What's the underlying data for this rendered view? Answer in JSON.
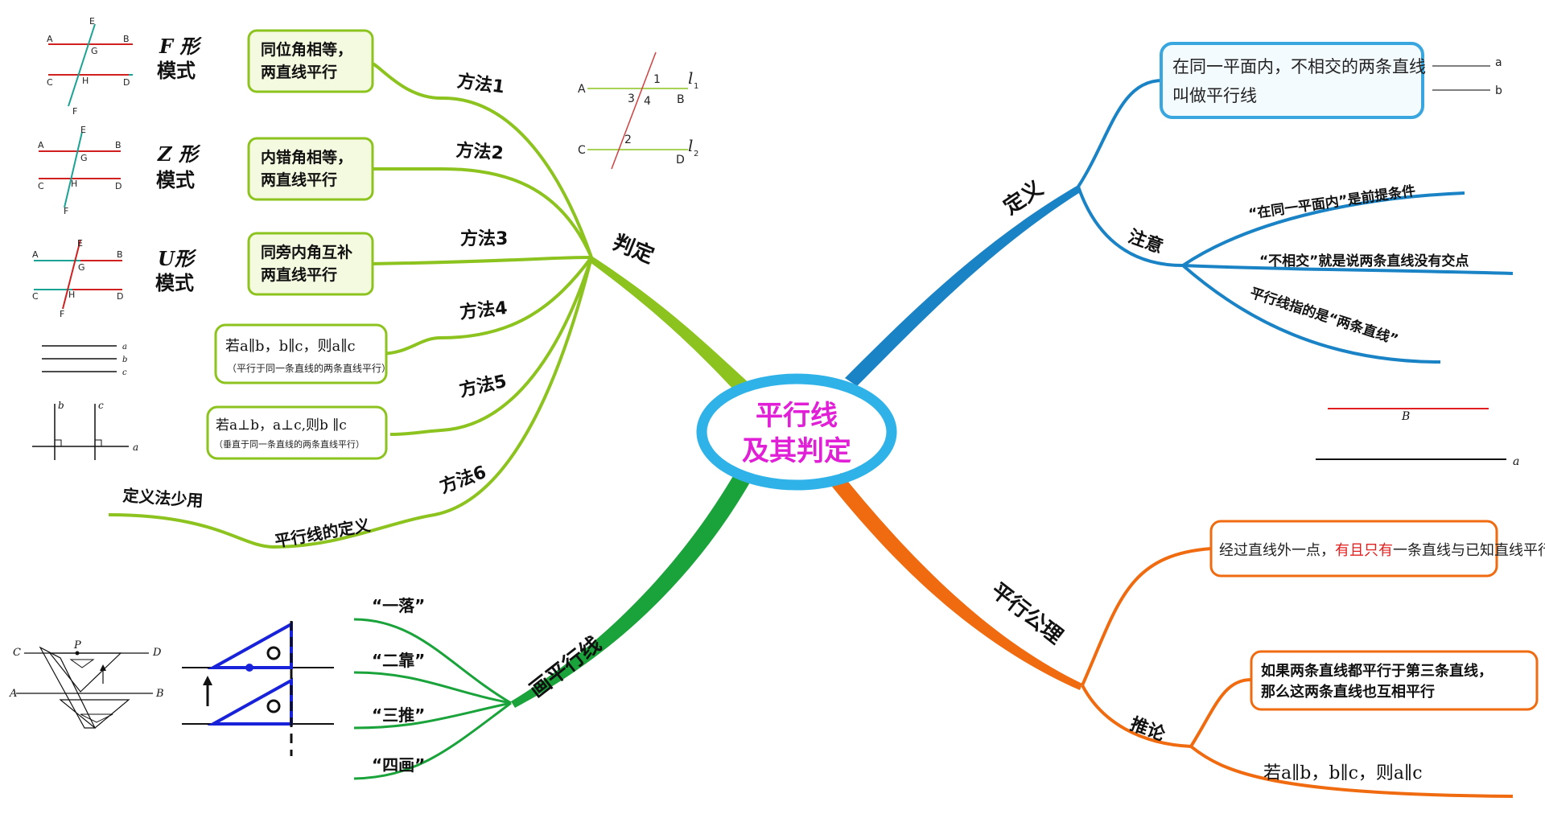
{
  "center": {
    "line1": "平行线",
    "line2": "及其判定",
    "text_color": "#e11fd6",
    "ring_color": "#2fb2e8"
  },
  "branches": {
    "panding": {
      "label": "判定",
      "color": "#8cc31e",
      "methods": [
        {
          "label": "方法1",
          "box": [
            "同位角相等，",
            "两直线平行"
          ],
          "pattern": "F 形",
          "pattern2": "模式"
        },
        {
          "label": "方法2",
          "box": [
            "内错角相等，",
            "两直线平行"
          ],
          "pattern": "Z 形",
          "pattern2": "模式"
        },
        {
          "label": "方法3",
          "box": [
            "同旁内角互补",
            "两直线平行"
          ],
          "pattern": "U形",
          "pattern2": "模式"
        },
        {
          "label": "方法4",
          "box": [
            "若a∥b，b∥c，则a∥c",
            "（平行于同一条直线的两条直线平行）"
          ]
        },
        {
          "label": "方法5",
          "box": [
            "若a⊥b，a⊥c,则b ∥c",
            "（垂直于同一条直线的两条直线平行）"
          ]
        },
        {
          "label": "方法6",
          "sub": "平行线的定义",
          "note": "定义法少用"
        }
      ],
      "fig_letters": {
        "A": "A",
        "B": "B",
        "C": "C",
        "D": "D",
        "E": "E",
        "F": "F",
        "G": "G",
        "H": "H"
      },
      "angle_fig": {
        "A": "A",
        "B": "B",
        "C": "C",
        "D": "D",
        "n1": "1",
        "n2": "2",
        "n3": "3",
        "n4": "4",
        "l1": "l",
        "l1sub": "1",
        "l2": "l",
        "l2sub": "2"
      },
      "lines_fig": {
        "a": "a",
        "b": "b",
        "c": "c"
      }
    },
    "dingyi": {
      "label": "定义",
      "color": "#1a83c6",
      "definition": [
        "在同一平面内，不相交的两条直线",
        "叫做平行线"
      ],
      "def_fig": {
        "a": "a",
        "b": "b"
      },
      "note_label": "注意",
      "notes": [
        "“在同一平面内”是前提条件",
        "“不相交”就是说两条直线没有交点",
        "平行线指的是“两条直线”"
      ],
      "fig2": {
        "B": "B",
        "a": "a"
      }
    },
    "gongli": {
      "label": "平行公理",
      "color": "#f06a0f",
      "axiom": {
        "pre": "经过直线外一点，",
        "highlight": "有且只有",
        "post": "一条直线与已知直线平行"
      },
      "corollary_label": "推论",
      "corollary": [
        "如果两条直线都平行于第三条直线，",
        "那么这两条直线也互相平行"
      ],
      "formula": "若a∥b，b∥c，则a∥c"
    },
    "hua": {
      "label": "画平行线",
      "color": "#1aa33a",
      "steps": [
        "“一落”",
        "“二靠”",
        "“三推”",
        "“四画”"
      ],
      "fig": {
        "C": "C",
        "P": "P",
        "D": "D",
        "A": "A",
        "B": "B"
      }
    }
  }
}
